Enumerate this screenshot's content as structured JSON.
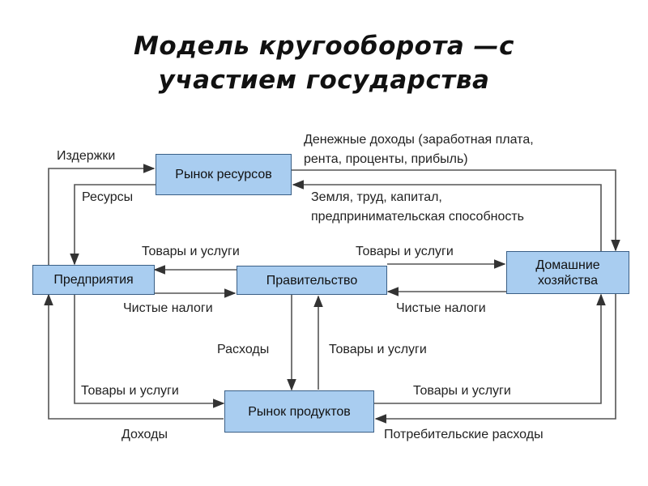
{
  "title": {
    "line1": "Модель кругооборота —с",
    "line2": "участием государства"
  },
  "nodes": {
    "resource_market": "Рынок ресурсов",
    "enterprises": "Предприятия",
    "government": "Правительство",
    "households_l1": "Домашние",
    "households_l2": "хозяйства",
    "product_market": "Рынок продуктов"
  },
  "labels": {
    "costs": "Издержки",
    "resources": "Ресурсы",
    "money_income_l1": "Денежные доходы (заработная плата,",
    "money_income_l2": "рента, проценты, прибыль)",
    "land_labor_l1": "Земля, труд, капитал,",
    "land_labor_l2": "предпринимательская способность",
    "goods_services_gov_to_ent": "Товары и услуги",
    "goods_services_gov_to_hh": "Товары и услуги",
    "net_taxes_ent": "Чистые налоги",
    "net_taxes_hh": "Чистые налоги",
    "expenses": "Расходы",
    "goods_services_mkt_to_gov": "Товары и услуги",
    "goods_services_ent_to_mkt": "Товары и услуги",
    "goods_services_mkt_to_hh": "Товары и услуги",
    "incomes": "Доходы",
    "consumer_spending": "Потребительские расходы"
  }
}
